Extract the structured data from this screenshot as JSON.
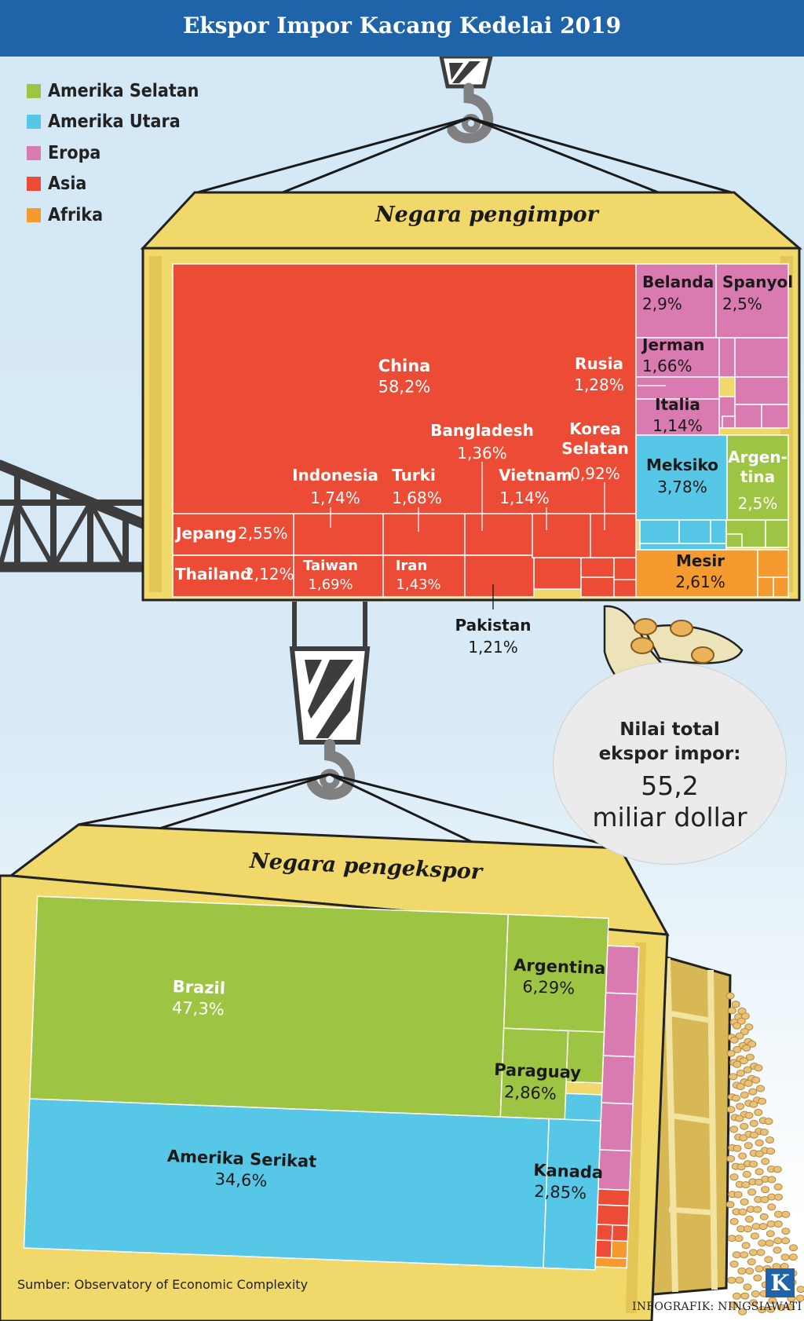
{
  "title": "Ekspor Impor Kacang Kedelai 2019",
  "colors": {
    "title_bar": "#1f63a8",
    "Amerika Selatan": "#9dc443",
    "Amerika Utara": "#56c7e6",
    "Eropa": "#d97ab0",
    "Asia": "#ec4c36",
    "Afrika": "#f49a2e",
    "container": "#f0d86a"
  },
  "legend": [
    {
      "label": "Amerika Selatan",
      "color": "#9dc443"
    },
    {
      "label": "Amerika Utara",
      "color": "#56c7e6"
    },
    {
      "label": "Eropa",
      "color": "#d97ab0"
    },
    {
      "label": "Asia",
      "color": "#ec4c36"
    },
    {
      "label": "Afrika",
      "color": "#f49a2e"
    }
  ],
  "import_heading": "Negara pengimpor",
  "export_heading": "Negara pengekspor",
  "total": {
    "label_line1": "Nilai total",
    "label_line2": "ekspor impor:",
    "value_line1": "55,2",
    "value_line2": "miliar dollar"
  },
  "source": "Sumber: Observatory of Economic Complexity",
  "credit": "INFOGRAFIK: NINGSIAWATI",
  "logo": "K",
  "chart_data": [
    {
      "type": "treemap",
      "title": "Negara pengimpor",
      "unit": "%",
      "items": [
        {
          "name": "China",
          "value": 58.2,
          "label": "58,2%",
          "region": "Asia"
        },
        {
          "name": "Jepang",
          "value": 2.55,
          "label": "2,55%",
          "region": "Asia"
        },
        {
          "name": "Thailand",
          "value": 2.12,
          "label": "2,12%",
          "region": "Asia"
        },
        {
          "name": "Indonesia",
          "value": 1.74,
          "label": "1,74%",
          "region": "Asia"
        },
        {
          "name": "Taiwan",
          "value": 1.69,
          "label": "1,69%",
          "region": "Asia"
        },
        {
          "name": "Turki",
          "value": 1.68,
          "label": "1,68%",
          "region": "Asia"
        },
        {
          "name": "Iran",
          "value": 1.43,
          "label": "1,43%",
          "region": "Asia"
        },
        {
          "name": "Bangladesh",
          "value": 1.36,
          "label": "1,36%",
          "region": "Asia"
        },
        {
          "name": "Pakistan",
          "value": 1.21,
          "label": "1,21%",
          "region": "Asia"
        },
        {
          "name": "Vietnam",
          "value": 1.14,
          "label": "1,14%",
          "region": "Asia"
        },
        {
          "name": "Korea Selatan",
          "value": 0.92,
          "label": "0,92%",
          "region": "Asia"
        },
        {
          "name": "Belanda",
          "value": 2.9,
          "label": "2,9%",
          "region": "Eropa"
        },
        {
          "name": "Spanyol",
          "value": 2.5,
          "label": "2,5%",
          "region": "Eropa"
        },
        {
          "name": "Jerman",
          "value": 1.66,
          "label": "1,66%",
          "region": "Eropa"
        },
        {
          "name": "Rusia",
          "value": 1.28,
          "label": "1,28%",
          "region": "Eropa"
        },
        {
          "name": "Italia",
          "value": 1.14,
          "label": "1,14%",
          "region": "Eropa"
        },
        {
          "name": "Meksiko",
          "value": 3.78,
          "label": "3,78%",
          "region": "Amerika Utara"
        },
        {
          "name": "Argentina",
          "value": 2.5,
          "label": "2,5%",
          "region": "Amerika Selatan"
        },
        {
          "name": "Mesir",
          "value": 2.61,
          "label": "2,61%",
          "region": "Afrika"
        }
      ]
    },
    {
      "type": "treemap",
      "title": "Negara pengekspor",
      "unit": "%",
      "items": [
        {
          "name": "Brazil",
          "value": 47.3,
          "label": "47,3%",
          "region": "Amerika Selatan"
        },
        {
          "name": "Amerika Serikat",
          "value": 34.6,
          "label": "34,6%",
          "region": "Amerika Utara"
        },
        {
          "name": "Argentina",
          "value": 6.29,
          "label": "6,29%",
          "region": "Amerika Selatan"
        },
        {
          "name": "Paraguay",
          "value": 2.86,
          "label": "2,86%",
          "region": "Amerika Selatan"
        },
        {
          "name": "Kanada",
          "value": 2.85,
          "label": "2,85%",
          "region": "Amerika Utara"
        }
      ]
    }
  ]
}
